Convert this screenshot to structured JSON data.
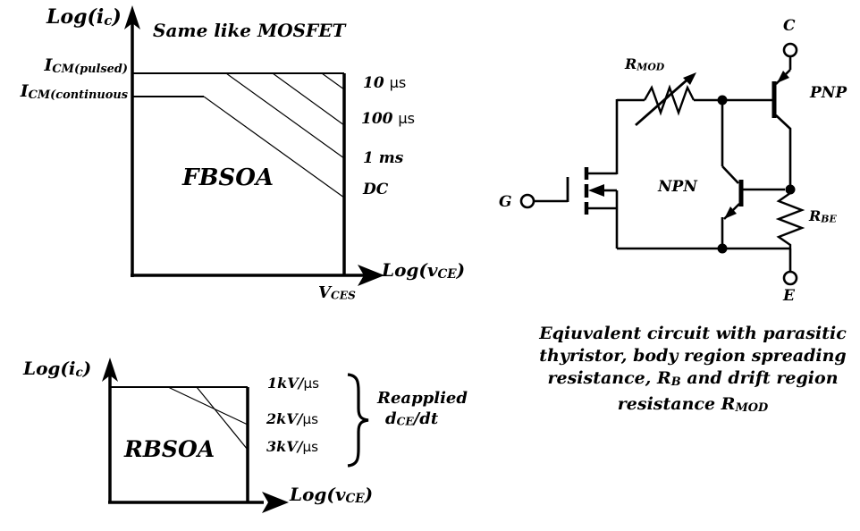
{
  "colors": {
    "background": "#ffffff",
    "ink": "#000000"
  },
  "fbsoa": {
    "title": "Same like MOSFET",
    "region_label": "FBSOA",
    "y_axis_label": [
      {
        "t": "Log(i"
      },
      {
        "t": "c",
        "sub": true
      },
      {
        "t": ")"
      }
    ],
    "x_axis_label": [
      {
        "t": "Log(v"
      },
      {
        "t": "CE",
        "sub": true
      },
      {
        "t": ")"
      }
    ],
    "y_tick_pulsed": [
      {
        "t": "I"
      },
      {
        "t": "CM(pulsed)",
        "sub": true
      }
    ],
    "y_tick_continuous": [
      {
        "t": "I"
      },
      {
        "t": "CM(continuous",
        "sub": true
      }
    ],
    "x_tick_vces": [
      {
        "t": "V"
      },
      {
        "t": "CES",
        "sub": true
      }
    ],
    "curve_labels": [
      [
        {
          "t": "10 "
        },
        {
          "t": "µs",
          "unit": true
        }
      ],
      [
        {
          "t": "100 "
        },
        {
          "t": "µs",
          "unit": true
        }
      ],
      [
        {
          "t": "1 ms"
        }
      ],
      [
        {
          "t": "DC"
        }
      ]
    ]
  },
  "rbsoa": {
    "region_label": "RBSOA",
    "y_axis_label": [
      {
        "t": "Log(i"
      },
      {
        "t": "c",
        "sub": true
      },
      {
        "t": ")"
      }
    ],
    "x_axis_label": [
      {
        "t": "Log(v"
      },
      {
        "t": "CE",
        "sub": true
      },
      {
        "t": ")"
      }
    ],
    "curve_labels": [
      [
        {
          "t": "1kV/"
        },
        {
          "t": "µs",
          "unit": true
        }
      ],
      [
        {
          "t": "2kV/"
        },
        {
          "t": "µs",
          "unit": true
        }
      ],
      [
        {
          "t": "3kV/"
        },
        {
          "t": "µs",
          "unit": true
        }
      ]
    ],
    "brace_label_line1": "Reapplied",
    "brace_label_line2": [
      {
        "t": "d"
      },
      {
        "t": "CE",
        "sub": true
      },
      {
        "t": "/dt"
      }
    ]
  },
  "circuit": {
    "terminal_collector": "C",
    "terminal_gate": "G",
    "terminal_emitter": "E",
    "label_pnp": "PNP",
    "label_npn": "NPN",
    "label_rmod": [
      {
        "t": "R"
      },
      {
        "t": "MOD",
        "sub": true
      }
    ],
    "label_rbe": [
      {
        "t": "R"
      },
      {
        "t": "BE",
        "sub": true
      }
    ],
    "caption_lines": [
      [
        {
          "t": "Eqiuvalent circuit with parasitic"
        }
      ],
      [
        {
          "t": "thyristor, body region spreading"
        }
      ],
      [
        {
          "t": "resistance, R"
        },
        {
          "t": "B",
          "sub": true
        },
        {
          "t": " and drift region"
        }
      ],
      [
        {
          "t": "resistance R"
        },
        {
          "t": "MOD",
          "sub": true
        }
      ]
    ]
  }
}
